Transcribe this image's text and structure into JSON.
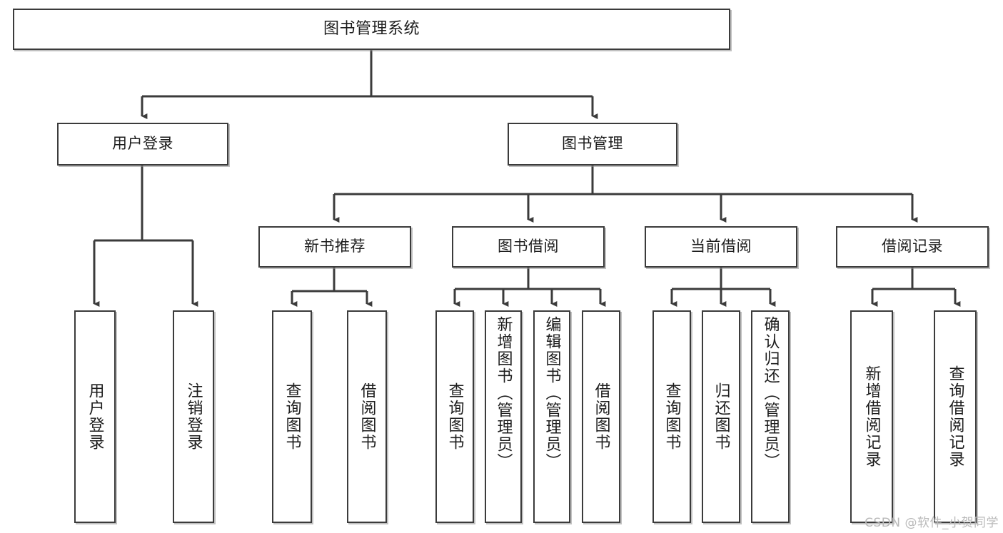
{
  "diagram": {
    "title": "图书管理系统",
    "type": "tree",
    "orientation": "top-down",
    "colors": {
      "background": "#ffffff",
      "stroke": "#3b3b3b",
      "text": "#1d1d1d",
      "shadow": "#8c8c8c",
      "watermark": "#b9b9b9"
    },
    "root": {
      "label": "图书管理系统"
    },
    "level2": [
      {
        "id": "user-login",
        "label": "用户登录"
      },
      {
        "id": "book-management",
        "label": "图书管理"
      }
    ],
    "level3": [
      {
        "id": "new-book-recommend",
        "label": "新书推荐",
        "parent": "book-management"
      },
      {
        "id": "book-borrow",
        "label": "图书借阅",
        "parent": "book-management"
      },
      {
        "id": "current-borrow",
        "label": "当前借阅",
        "parent": "book-management"
      },
      {
        "id": "borrow-record",
        "label": "借阅记录",
        "parent": "book-management"
      }
    ],
    "leaves": {
      "user-login": [
        {
          "id": "leaf-user-login",
          "label": "用户登录"
        },
        {
          "id": "leaf-logout",
          "label": "注销登录"
        }
      ],
      "new-book-recommend": [
        {
          "id": "leaf-query-book-1",
          "label": "查询图书"
        },
        {
          "id": "leaf-borrow-book-1",
          "label": "借阅图书"
        }
      ],
      "book-borrow": [
        {
          "id": "leaf-query-book-2",
          "label": "查询图书"
        },
        {
          "id": "leaf-add-book",
          "label": "新增图书（管理员）"
        },
        {
          "id": "leaf-edit-book",
          "label": "编辑图书（管理员）"
        },
        {
          "id": "leaf-borrow-book-2",
          "label": "借阅图书"
        }
      ],
      "current-borrow": [
        {
          "id": "leaf-query-book-3",
          "label": "查询图书"
        },
        {
          "id": "leaf-return-book",
          "label": "归还图书"
        },
        {
          "id": "leaf-confirm-return",
          "label": "确认归还（管理员）"
        }
      ],
      "borrow-record": [
        {
          "id": "leaf-add-record",
          "label": "新增借阅记录"
        },
        {
          "id": "leaf-query-record",
          "label": "查询借阅记录"
        }
      ]
    }
  },
  "watermark": {
    "text": "CSDN @软件_小贺同学"
  }
}
